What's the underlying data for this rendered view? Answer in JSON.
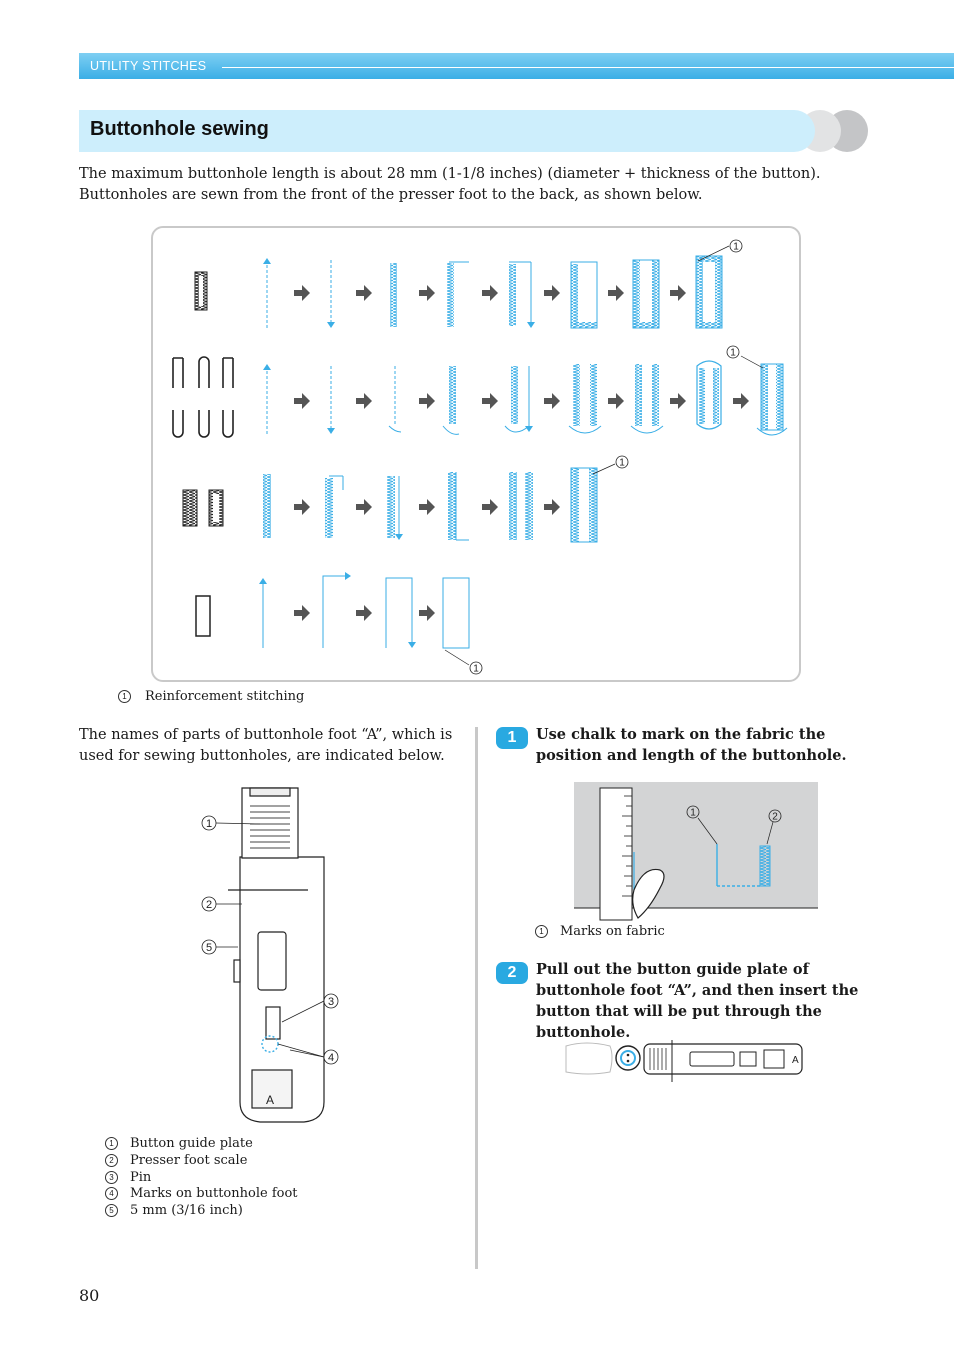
{
  "header": {
    "section": "UTILITY STITCHES"
  },
  "title": "Buttonhole sewing",
  "intro": [
    "The maximum buttonhole length is about 28 mm (1-1/8 inches) (diameter + thickness of the button).",
    "Buttonholes are sewn from the front of the presser foot to the back, as shown below."
  ],
  "diagram": {
    "callout": "1",
    "caption_num": "1",
    "caption_text": "Reinforcement stitching"
  },
  "foot_intro": "The names of parts of buttonhole foot “A”, which is used for sewing buttonholes, are indicated below.",
  "foot_figure": {
    "callouts": [
      "1",
      "2",
      "5",
      "3",
      "4"
    ],
    "foot_letter": "A"
  },
  "foot_legend": [
    {
      "num": "1",
      "label": "Button guide plate"
    },
    {
      "num": "2",
      "label": "Presser foot scale"
    },
    {
      "num": "3",
      "label": "Pin"
    },
    {
      "num": "4",
      "label": "Marks on buttonhole foot"
    },
    {
      "num": "5",
      "label": "5 mm (3/16 inch)"
    }
  ],
  "steps": [
    {
      "badge": "1",
      "text": "Use chalk to mark on the fabric the position and length of the buttonhole."
    },
    {
      "badge": "2",
      "text": "Pull out the button guide plate of buttonhole foot “A”, and then insert the button that will be put through the buttonhole."
    }
  ],
  "fabric_figure": {
    "callouts": [
      "1",
      "2"
    ],
    "legend_num": "1",
    "legend_text": "Marks on fabric"
  },
  "plate_figure": {
    "foot_letter": "A"
  },
  "page_number": "80",
  "colors": {
    "accent": "#29a9e1",
    "title_band": "#cdeefc",
    "stitch": "#3aaee6"
  }
}
